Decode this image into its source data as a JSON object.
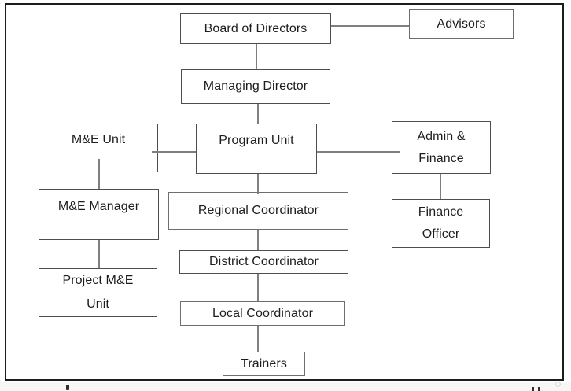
{
  "org_chart": {
    "type": "organizational-chart",
    "nodes": {
      "board_of_directors": {
        "label": "Board of Directors"
      },
      "advisors": {
        "label": "Advisors"
      },
      "managing_director": {
        "label": "Managing Director"
      },
      "me_unit": {
        "label": "M&E Unit"
      },
      "program_unit": {
        "label": "Program Unit"
      },
      "admin_finance": {
        "line1": "Admin &",
        "line2": "Finance"
      },
      "me_manager": {
        "label": "M&E Manager"
      },
      "project_me_unit": {
        "line1": "Project M&E",
        "line2": "Unit"
      },
      "regional_coordinator": {
        "label": "Regional Coordinator"
      },
      "district_coordinator": {
        "label": "District Coordinator"
      },
      "local_coordinator": {
        "label": "Local Coordinator"
      },
      "finance_officer": {
        "line1": "Finance",
        "line2": "Officer"
      },
      "trainers": {
        "label": "Trainers"
      }
    },
    "edges": [
      {
        "from": "Board of Directors",
        "to": "Advisors"
      },
      {
        "from": "Board of Directors",
        "to": "Managing Director"
      },
      {
        "from": "Managing Director",
        "to": "Program Unit"
      },
      {
        "from": "Program Unit",
        "to": "M&E Unit"
      },
      {
        "from": "Program Unit",
        "to": "Admin & Finance"
      },
      {
        "from": "M&E Unit",
        "to": "M&E Manager"
      },
      {
        "from": "M&E Manager",
        "to": "Project M&E Unit"
      },
      {
        "from": "Program Unit",
        "to": "Regional Coordinator"
      },
      {
        "from": "Regional Coordinator",
        "to": "District Coordinator"
      },
      {
        "from": "District Coordinator",
        "to": "Local Coordinator"
      },
      {
        "from": "Local Coordinator",
        "to": "Trainers"
      },
      {
        "from": "Admin & Finance",
        "to": "Finance Officer"
      }
    ],
    "colors": {
      "frame_border": "#1c1c1c",
      "box_border": "#4e4e4e",
      "connector": "#7f7f7f",
      "text": "#1d1d1d",
      "background": "#ffffff",
      "page_strip": "#f7f7f4"
    }
  }
}
